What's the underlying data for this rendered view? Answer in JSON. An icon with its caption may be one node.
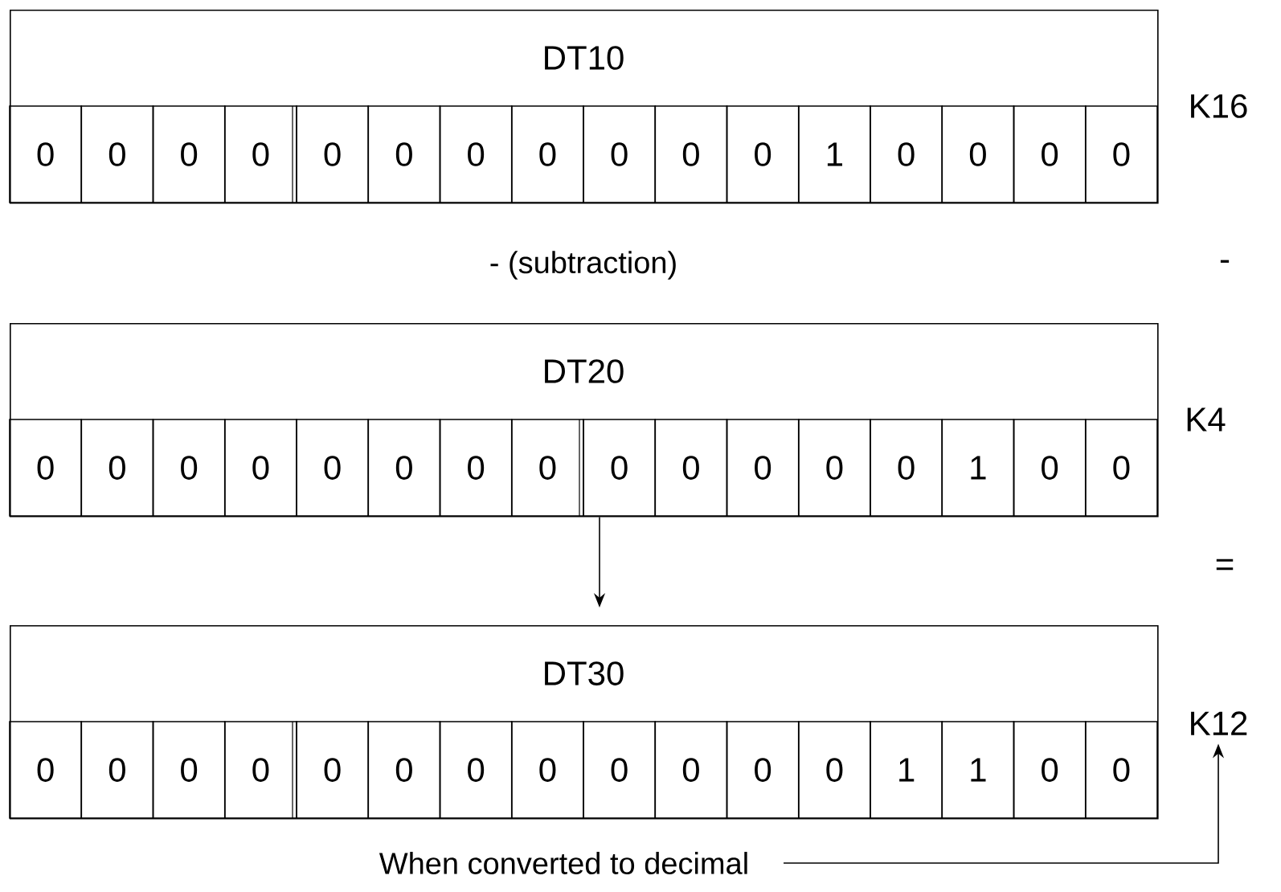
{
  "diagram": {
    "nodes": [
      {
        "text": [
          "DT10"
        ]
      },
      {
        "text": [
          "0"
        ],
        "in": 0
      },
      {
        "text": [
          "0"
        ],
        "in": 0
      },
      {
        "text": [
          "0"
        ],
        "in": 0
      },
      {
        "text": [
          "0"
        ],
        "in": 0
      },
      {
        "text": [
          "0"
        ],
        "in": 0
      },
      {
        "text": [
          "0"
        ],
        "in": 0
      },
      {
        "text": [
          "0"
        ],
        "in": 0
      },
      {
        "text": [
          "0"
        ],
        "in": 0
      },
      {
        "text": [
          "0"
        ],
        "in": 0
      },
      {
        "text": [
          "0"
        ],
        "in": 0
      },
      {
        "text": [
          "0"
        ],
        "in": 0
      },
      {
        "text": [
          "1"
        ],
        "in": 0
      },
      {
        "text": [
          "0"
        ],
        "in": 0
      },
      {
        "text": [
          "0"
        ],
        "in": 0
      },
      {
        "text": [
          "0"
        ],
        "in": 0
      },
      {
        "text": [
          "0"
        ],
        "in": 0
      },
      {
        "text": [
          "DT20"
        ]
      },
      {
        "text": [
          "0"
        ],
        "in": 17
      },
      {
        "text": [
          "0"
        ],
        "in": 17
      },
      {
        "text": [
          "0"
        ],
        "in": 17
      },
      {
        "text": [
          "0"
        ],
        "in": 17
      },
      {
        "text": [
          "0"
        ],
        "in": 17
      },
      {
        "text": [
          "0"
        ],
        "in": 17
      },
      {
        "text": [
          "0"
        ],
        "in": 17
      },
      {
        "text": [
          "0"
        ],
        "in": 17
      },
      {
        "text": [
          "0"
        ],
        "in": 17
      },
      {
        "text": [
          "0"
        ],
        "in": 17
      },
      {
        "text": [
          "0"
        ],
        "in": 17
      },
      {
        "text": [
          "0"
        ],
        "in": 17
      },
      {
        "text": [
          "0"
        ],
        "in": 17
      },
      {
        "text": [
          "1"
        ],
        "in": 17
      },
      {
        "text": [
          "0"
        ],
        "in": 17
      },
      {
        "text": [
          "0"
        ],
        "in": 17
      },
      {
        "text": [
          "DT30"
        ]
      },
      {
        "text": [
          "0"
        ],
        "in": 34
      },
      {
        "text": [
          "0"
        ],
        "in": 34
      },
      {
        "text": [
          "0"
        ],
        "in": 34
      },
      {
        "text": [
          "0"
        ],
        "in": 34
      },
      {
        "text": [
          "0"
        ],
        "in": 34
      },
      {
        "text": [
          "0"
        ],
        "in": 34
      },
      {
        "text": [
          "0"
        ],
        "in": 34
      },
      {
        "text": [
          "0"
        ],
        "in": 34
      },
      {
        "text": [
          "0"
        ],
        "in": 34
      },
      {
        "text": [
          "0"
        ],
        "in": 34
      },
      {
        "text": [
          "0"
        ],
        "in": 34
      },
      {
        "text": [
          "0"
        ],
        "in": 34
      },
      {
        "text": [
          "1"
        ],
        "in": 34
      },
      {
        "text": [
          "1"
        ],
        "in": 34
      },
      {
        "text": [
          "0"
        ],
        "in": 34
      },
      {
        "text": [
          "0"
        ],
        "in": 34
      },
      {
        "text": [
          "K12"
        ]
      },
      {
        "text": [
          "When converted to decimal"
        ]
      }
    ],
    "edges": [
      {
        "from": 17,
        "to": 34,
        "arrow": "to"
      },
      {
        "from": 52,
        "to": 51,
        "arrow": "to"
      }
    ],
    "labels": [
      "K16",
      "- (subtraction)",
      "-",
      "K4",
      "="
    ]
  }
}
